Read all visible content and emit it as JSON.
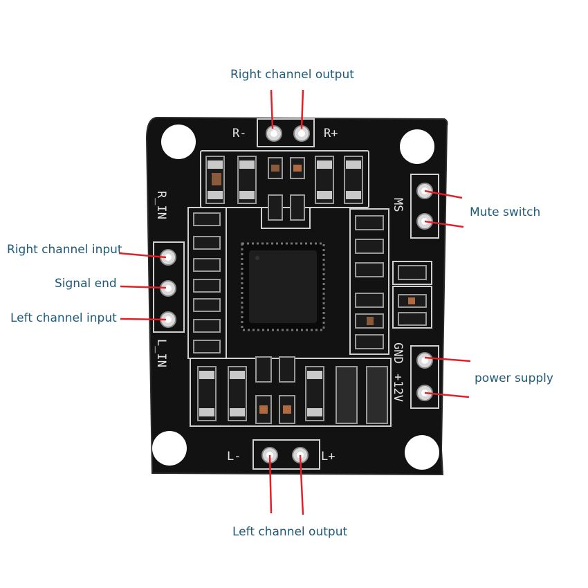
{
  "callouts": {
    "right_channel_output": "Right channel output",
    "mute_switch": "Mute switch",
    "right_channel_input": "Right channel input",
    "signal_end": "Signal end",
    "left_channel_input": "Left channel input",
    "power_supply": "power supply",
    "left_channel_output": "Left channel output"
  },
  "silkscreen": {
    "r_minus": "R-",
    "r_plus": "R+",
    "l_minus": "L-",
    "l_plus": "L+",
    "r_in": "R_IN",
    "l_in": "L_IN",
    "ms": "MS",
    "gnd": "GND",
    "plus_12v": "+12V"
  },
  "colors": {
    "board": "#121212",
    "silkscreen": "#e6e6e6",
    "callout_text": "#1f5a78",
    "leader_line": "#e0202a",
    "pad": "#d9d9d9"
  }
}
